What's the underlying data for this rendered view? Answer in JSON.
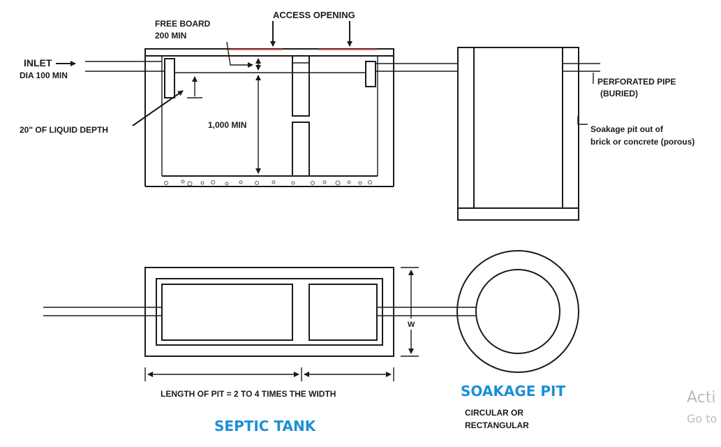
{
  "elevation": {
    "access_opening": "ACCESS OPENING",
    "free_board_line1": "FREE BOARD",
    "free_board_line2": "200 MIN",
    "inlet_line1": "INLET",
    "inlet_line2": "DIA 100 MIN",
    "liquid_depth": "20\" OF LIQUID DEPTH",
    "depth_min": "1,000 MIN",
    "perforated_pipe_line1": "PERFORATED PIPE",
    "perforated_pipe_line2": "(BURIED)",
    "soakage_note_line1": "Soakage pit out of",
    "soakage_note_line2": "brick or concrete (porous)"
  },
  "plan": {
    "width_mark": "W",
    "length_note": "LENGTH OF PIT = 2 TO 4 TIMES THE WIDTH",
    "septic_tank_title": "SEPTIC TANK",
    "soakage_pit_title": "SOAKAGE PIT",
    "soakage_shape_line1": "CIRCULAR OR",
    "soakage_shape_line2": "RECTANGULAR"
  },
  "colors": {
    "line": "#1a1a1a",
    "title_blue": "#1e8fd6",
    "cover_accent": "#e06060"
  },
  "watermark": {
    "line1": "Acti",
    "line2": "Go to"
  }
}
